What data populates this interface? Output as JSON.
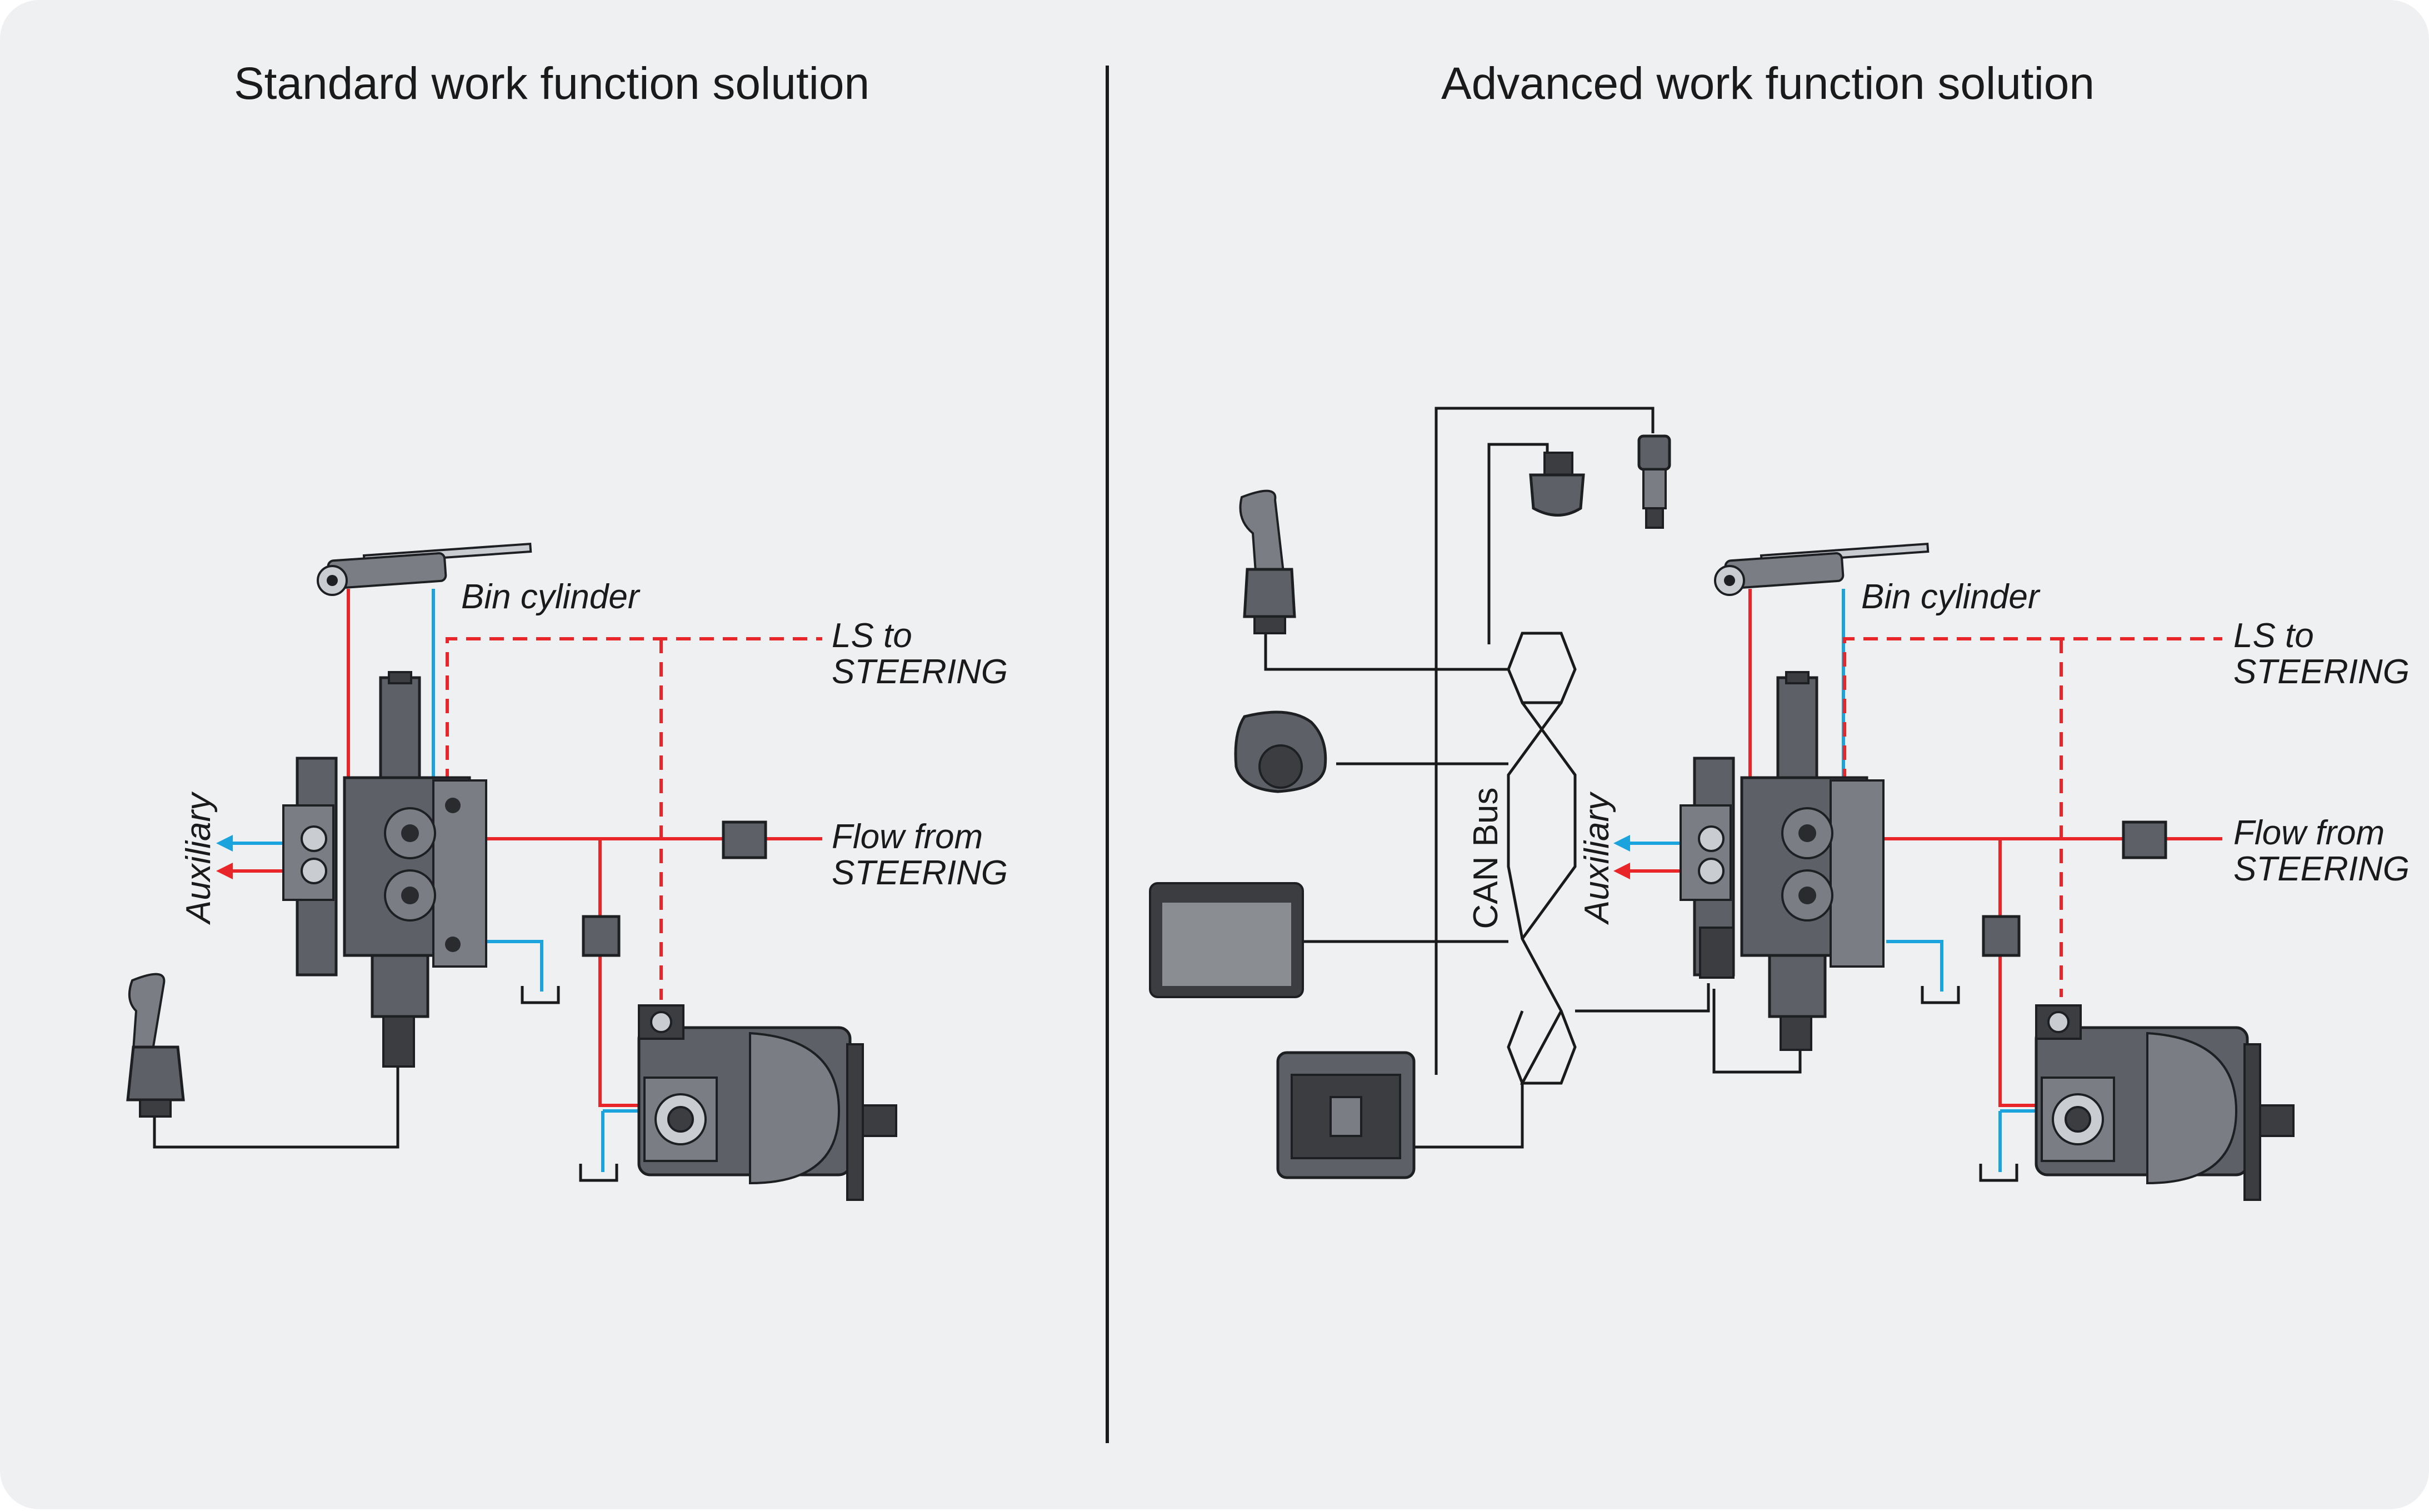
{
  "panels": {
    "standard": {
      "title": "Standard work function solution",
      "bin_cylinder": "Bin cylinder",
      "ls_line1": "LS to",
      "ls_line2": "STEERING",
      "flow_line1": "Flow from",
      "flow_line2": "STEERING",
      "auxiliary": "Auxiliary"
    },
    "advanced": {
      "title": "Advanced work function solution",
      "bin_cylinder": "Bin cylinder",
      "ls_line1": "LS to",
      "ls_line2": "STEERING",
      "flow_line1": "Flow from",
      "flow_line2": "STEERING",
      "auxiliary": "Auxiliary",
      "can_bus": "CAN Bus"
    }
  },
  "colors": {
    "background": "#eff0f2",
    "pressure_line": "#e8262a",
    "return_line": "#1aa3dd",
    "signal_line": "#1a1a1a",
    "component": "#5d6066"
  },
  "icons": [
    "hydraulic-cylinder-icon",
    "control-valve-icon",
    "pump-icon",
    "joystick-icon",
    "rotary-knob-icon",
    "display-icon",
    "controller-ecu-icon",
    "sensor-icon",
    "pressure-transducer-icon",
    "tank-symbol-icon",
    "filter-block-icon"
  ]
}
